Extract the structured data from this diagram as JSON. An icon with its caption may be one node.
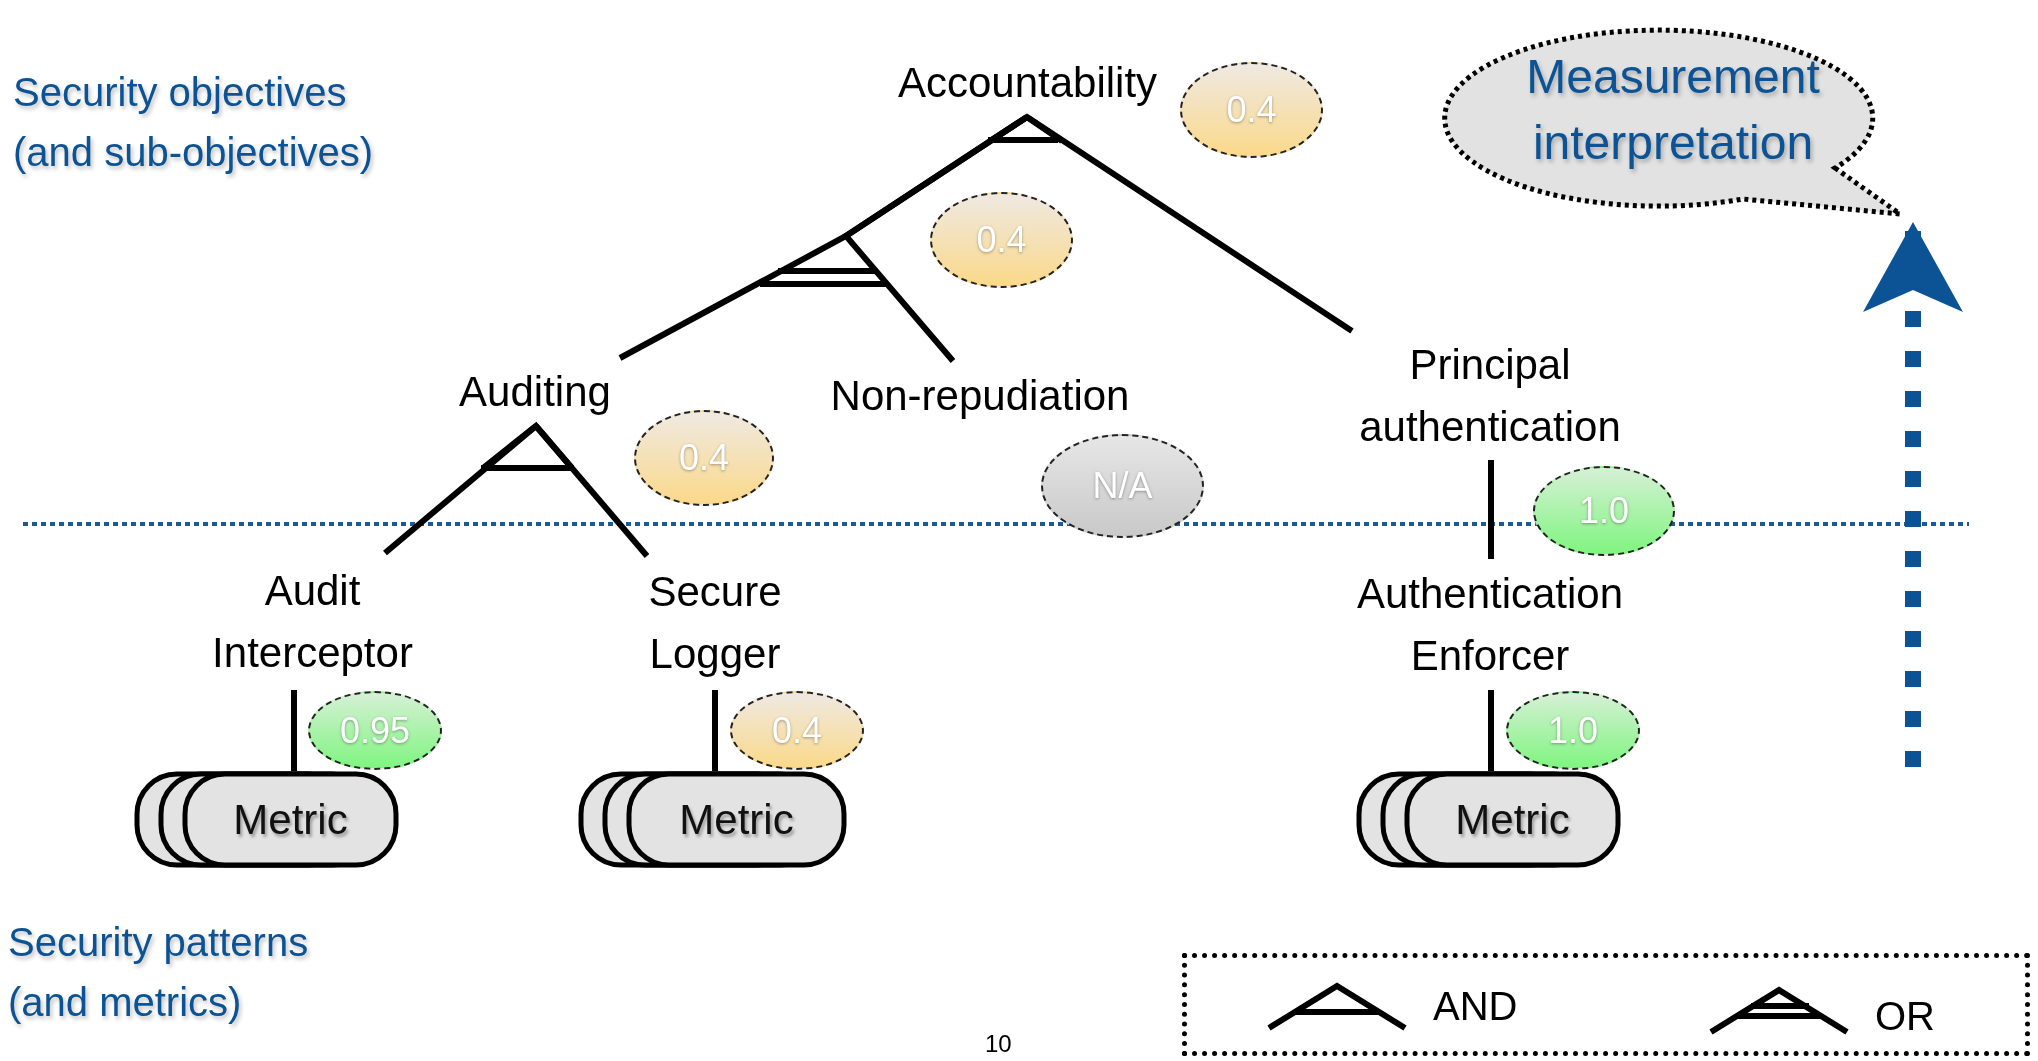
{
  "diagram": {
    "nodes": [
      {
        "text": [
          "Accountability"
        ]
      },
      {
        "text": [
          "0.4"
        ]
      },
      {
        "text": [
          "0.4"
        ]
      },
      {
        "text": [
          "Auditing"
        ]
      },
      {
        "text": [
          "0.4"
        ]
      },
      {
        "text": [
          "Non-repudiation"
        ]
      },
      {
        "text": [
          "N/A"
        ]
      },
      {
        "text": [
          "Principal authentication"
        ]
      },
      {
        "text": [
          "1.0"
        ]
      },
      {
        "text": [
          "Audit Interceptor"
        ]
      },
      {
        "text": [
          "0.95"
        ]
      },
      {
        "text": [
          "Secure Logger"
        ]
      },
      {
        "text": [
          "0.4"
        ]
      },
      {
        "text": [
          "Authentication Enforcer"
        ]
      },
      {
        "text": [
          "1.0"
        ]
      },
      {
        "text": [
          "Metric"
        ]
      },
      {
        "text": [
          "Metric"
        ]
      },
      {
        "text": [
          "Metric"
        ]
      },
      {
        "text": [
          "Measurement interpretation"
        ]
      }
    ],
    "edges": [
      {
        "from": 0,
        "to": 3,
        "arrow": "none"
      },
      {
        "from": 0,
        "to": 5,
        "arrow": "none"
      },
      {
        "from": 0,
        "to": 7,
        "arrow": "none"
      },
      {
        "from": 3,
        "to": 9,
        "arrow": "none"
      },
      {
        "from": 3,
        "to": 11,
        "arrow": "none"
      },
      {
        "from": 7,
        "to": 13,
        "arrow": "none"
      },
      {
        "from": 9,
        "to": 15,
        "arrow": "none"
      },
      {
        "from": 11,
        "to": 16,
        "arrow": "none"
      },
      {
        "from": 13,
        "to": 17,
        "arrow": "none"
      },
      {
        "from": null,
        "to": 18,
        "arrow": "to",
        "style": "dashed",
        "color": "#0b5394"
      }
    ],
    "labels": [
      "Security objectives (and sub-objectives)",
      "Security patterns (and metrics)",
      "10"
    ],
    "legend": [
      {
        "text": "AND"
      },
      {
        "text": "OR"
      }
    ]
  }
}
